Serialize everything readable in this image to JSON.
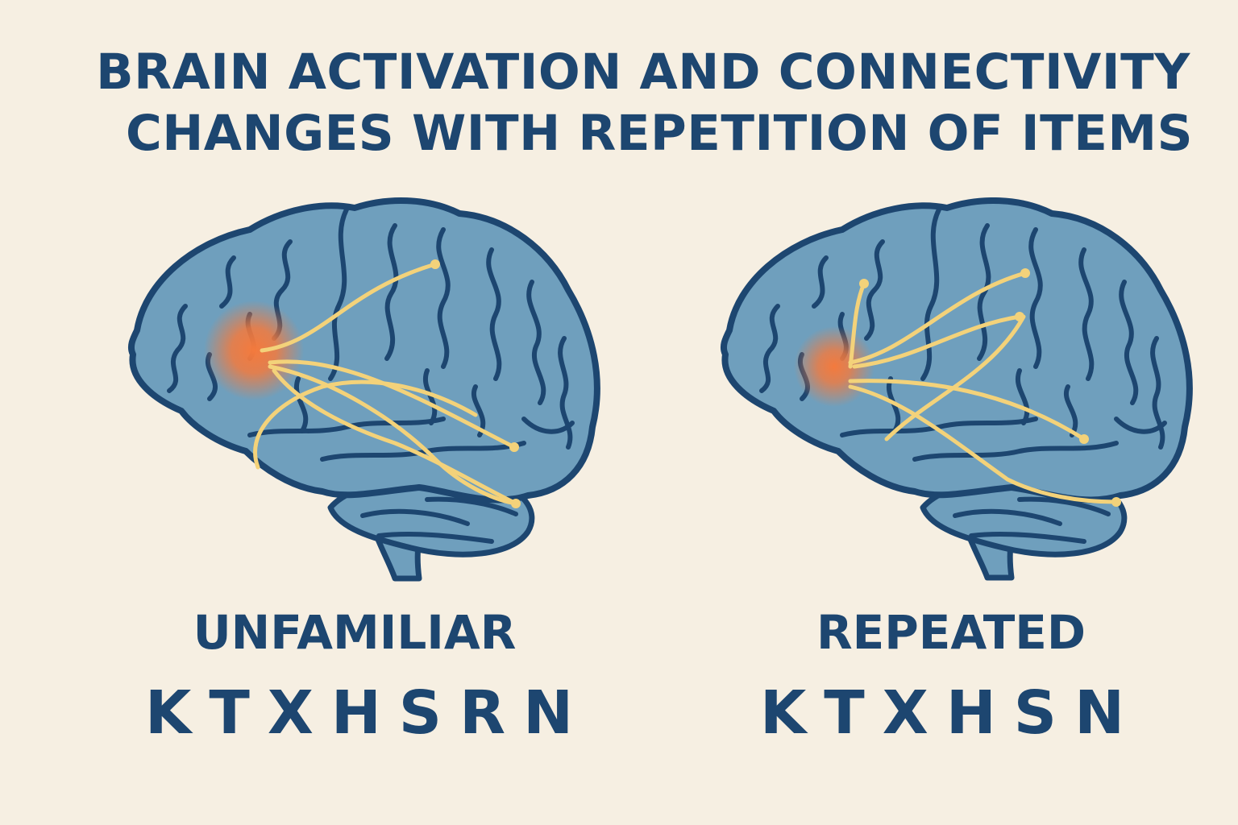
{
  "title": {
    "line1": "BRAIN ACTIVATION AND CONNECTIVITY",
    "line2": "CHANGES WITH REPETITION OF ITEMS"
  },
  "panels": [
    {
      "condition": "UNFAMILIAR",
      "sequence": "KTXHSRN"
    },
    {
      "condition": "REPEATED",
      "sequence": "KTXHSN"
    }
  ],
  "colors": {
    "background": "#f6efe2",
    "text": "#1d4670",
    "brain_fill": "#6f9fbd",
    "brain_outline": "#1d4670",
    "activation": "#f47a3d",
    "connection": "#f3d27a"
  }
}
